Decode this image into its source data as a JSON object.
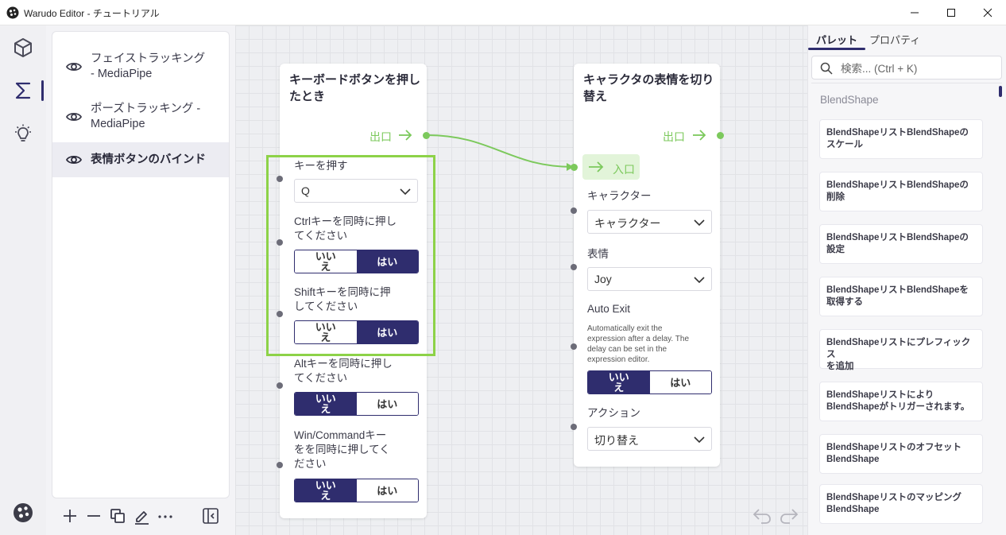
{
  "window": {
    "title": "Warudo Editor - チュートリアル",
    "app_icon": "warudo-logo-icon"
  },
  "activity_bar": {
    "items": [
      {
        "name": "scene",
        "icon": "cube-icon"
      },
      {
        "name": "blueprints",
        "icon": "sigma-icon",
        "active": true
      },
      {
        "name": "plugins",
        "icon": "lightbulb-icon"
      }
    ],
    "bottom_icon": "warudo-logo-icon"
  },
  "blueprint_list": {
    "items": [
      {
        "label_line1": "フェイストラッキング",
        "label_line2": "- MediaPipe",
        "active": false
      },
      {
        "label_line1": "ポーズトラッキング -",
        "label_line2": "MediaPipe",
        "active": false
      },
      {
        "label_line1": "表情ボタンのバインド",
        "label_line2": "",
        "active": true
      }
    ],
    "tools": [
      "plus-icon",
      "minus-icon",
      "duplicate-icon",
      "rename-icon",
      "more-icon",
      "toggle-panel-icon"
    ]
  },
  "node_keypress": {
    "title_line1": "キーボードボタンを押し",
    "title_line2": "たとき",
    "flow_out_label": "出口",
    "key_label": "キーを押す",
    "key_value": "Q",
    "ctrl_label_line1": "Ctrlキーを同時に押し",
    "ctrl_label_line2": "てください",
    "shift_label_line1": "Shiftキーを同時に押",
    "shift_label_line2": "してください",
    "alt_label_line1": "Altキーを同時に押し",
    "alt_label_line2": "てください",
    "win_label_line1": "Win/Commandキー",
    "win_label_line2": "をを同時に押してく",
    "win_label_line3": "ださい",
    "no_line1": "いい",
    "no_line2": "え",
    "yes": "はい",
    "ctrl": "yes",
    "shift": "yes",
    "alt": "no",
    "win": "no"
  },
  "node_expression": {
    "title_line1": "キャラクタの表情を切り",
    "title_line2": "替え",
    "flow_out_label": "出口",
    "flow_in_label": "入口",
    "character_label": "キャラクター",
    "character_value": "キャラクター",
    "expression_label": "表情",
    "expression_value": "Joy",
    "auto_exit_label": "Auto Exit",
    "auto_exit_desc_line1": "Automatically exit the",
    "auto_exit_desc_line2": "expression after a delay. The",
    "auto_exit_desc_line3": "delay can be set in the",
    "auto_exit_desc_line4": "expression editor.",
    "auto_exit": "no",
    "action_label": "アクション",
    "action_value": "切り替え",
    "no_line1": "いい",
    "no_line2": "え",
    "yes": "はい"
  },
  "palette": {
    "tabs": [
      "パレット",
      "プロパティ"
    ],
    "active_tab": "パレット",
    "search_placeholder": "検索... (Ctrl + K)",
    "category": "BlendShape",
    "items": [
      {
        "line1": "BlendShapeリストBlendShapeの",
        "line2": "スケール"
      },
      {
        "line1": "BlendShapeリストBlendShapeの",
        "line2": "削除"
      },
      {
        "line1": "BlendShapeリストBlendShapeの",
        "line2": "設定"
      },
      {
        "line1": "BlendShapeリストBlendShapeを",
        "line2": "取得する"
      },
      {
        "line1": "BlendShapeリストにプレフィックス",
        "line2": "を追加"
      },
      {
        "line1": "BlendShapeリストにより",
        "line2": "BlendShapeがトリガーされます。"
      },
      {
        "line1": "BlendShapeリストのオフセット",
        "line2": "BlendShape"
      },
      {
        "line1": "BlendShapeリストのマッピング",
        "line2": "BlendShape"
      }
    ]
  },
  "colors": {
    "accent": "#2f2d6e",
    "flow": "#7cc95c",
    "highlight": "#8dd248"
  }
}
